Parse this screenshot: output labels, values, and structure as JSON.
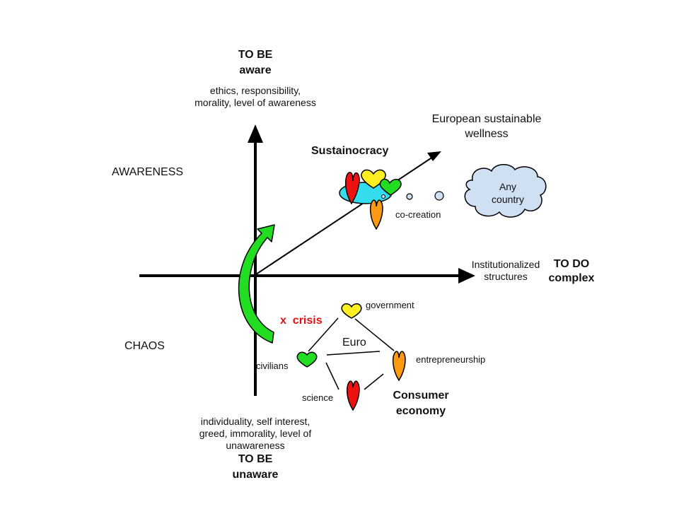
{
  "top_pole": {
    "title_line1": "TO BE",
    "title_line2": "aware",
    "desc_line1": "ethics, responsibility,",
    "desc_line2": "morality, level of awareness"
  },
  "bottom_pole": {
    "desc_line1": "individuality, self interest,",
    "desc_line2": "greed, immorality, level of",
    "desc_line3": "unawareness",
    "title_line1": "TO BE",
    "title_line2": "unaware"
  },
  "right_pole": {
    "desc_line1": "Institutionalized",
    "desc_line2": "structures",
    "title_line1": "TO DO",
    "title_line2": "complex"
  },
  "left_labels": {
    "upper": "AWARENESS",
    "lower": "CHAOS"
  },
  "diagonal": {
    "target_line1": "European sustainable",
    "target_line2": "wellness"
  },
  "sustainocracy": {
    "title": "Sustainocracy",
    "co_creation": "co-creation",
    "cloud_line1": "Any",
    "cloud_line2": "country"
  },
  "consumer_economy": {
    "crisis_label": "x  crisis",
    "center_label": "Euro",
    "nodes": {
      "government": "government",
      "civilians": "civilians",
      "entrepreneurship": "entrepreneurship",
      "science": "science"
    },
    "title_line1": "Consumer",
    "title_line2": "economy"
  },
  "colors": {
    "red": "#ee1111",
    "yellow": "#ffee22",
    "green": "#22dd22",
    "orange": "#ff9911",
    "cyan": "#33ddee",
    "cloud": "#cfe0f3",
    "crisis_text": "#e01010",
    "arrow_green": "#22dd22"
  }
}
